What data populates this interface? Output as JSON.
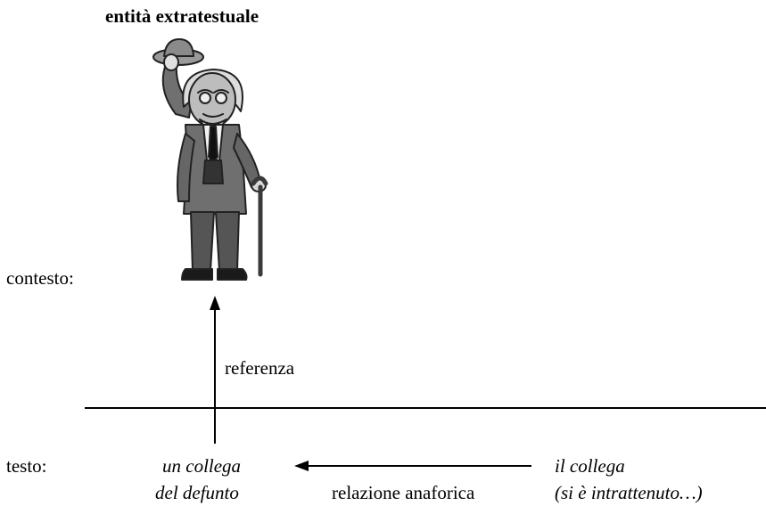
{
  "title": "entità extratestuale",
  "figure": {
    "icon": "old-man-tipping-hat-icon"
  },
  "labels": {
    "contesto": "contesto:",
    "testo": "testo:",
    "referenza": "referenza",
    "relazione": "relazione anaforica"
  },
  "phrases": {
    "antecedent_line1": "un collega",
    "antecedent_line2": "del defunto",
    "anaphor_line1": "il collega",
    "anaphor_line2": "(si è intrattenuto…)"
  }
}
